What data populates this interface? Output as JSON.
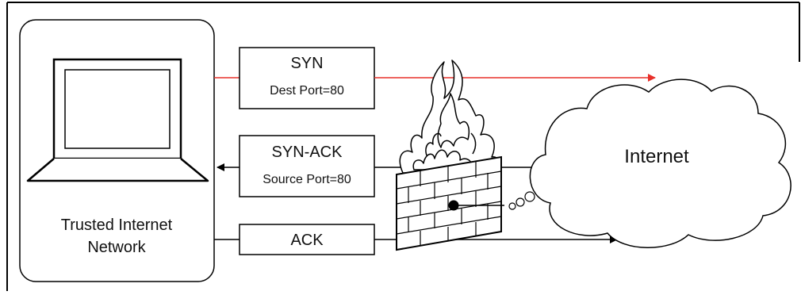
{
  "host": {
    "label_line1": "Trusted Internet",
    "label_line2": "Network",
    "icon": "laptop-icon"
  },
  "packets": [
    {
      "id": "syn",
      "title": "SYN",
      "detail": "Dest Port=80",
      "direction": "outbound",
      "color": "#e8302a"
    },
    {
      "id": "syn_ack",
      "title": "SYN-ACK",
      "detail": "Source Port=80",
      "direction": "inbound",
      "color": "#000000"
    },
    {
      "id": "ack",
      "title": "ACK",
      "detail": "",
      "direction": "outbound",
      "color": "#000000"
    }
  ],
  "firewall": {
    "icon": "firewall-icon",
    "flame_icon": "flame-icon"
  },
  "internet": {
    "label": "Internet",
    "icon": "cloud-icon"
  },
  "colors": {
    "outbound_arrow": "#e8302a",
    "line": "#000000"
  }
}
